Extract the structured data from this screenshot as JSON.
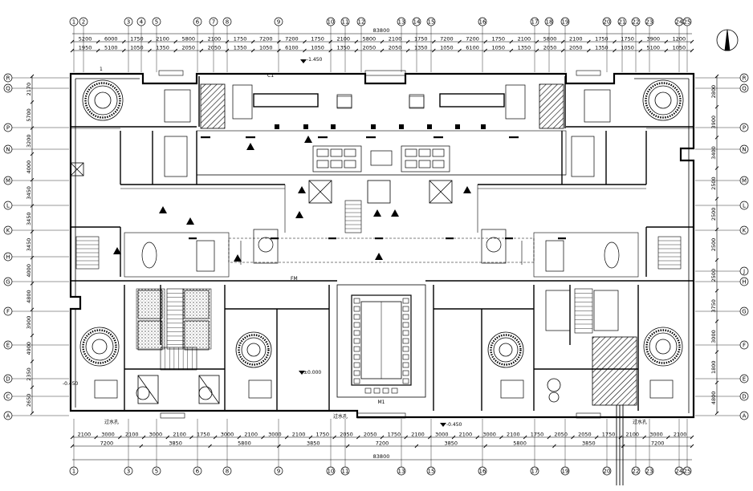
{
  "plan": {
    "grid_top": [
      "1",
      "2",
      "3",
      "4",
      "5",
      "6",
      "7",
      "8",
      "9",
      "10",
      "11",
      "12",
      "13",
      "14",
      "15",
      "16",
      "17",
      "18",
      "19",
      "20",
      "21",
      "22",
      "23",
      "24",
      "25"
    ],
    "grid_bottom": [
      "1",
      "3",
      "5",
      "6",
      "8",
      "9",
      "10",
      "11",
      "13",
      "15",
      "16",
      "17",
      "19",
      "20",
      "22",
      "23",
      "24",
      "25"
    ],
    "grid_left": [
      "R",
      "Q",
      "P",
      "N",
      "M",
      "L",
      "K",
      "H",
      "G",
      "F",
      "E",
      "D",
      "C",
      "A"
    ],
    "grid_right": [
      "R",
      "Q",
      "P",
      "N",
      "M",
      "L",
      "K",
      "J",
      "H",
      "G",
      "F",
      "E",
      "D",
      "A"
    ],
    "overall_top": "83800",
    "overall_bottom": "83800",
    "dims_top_1": [
      "5200",
      "6000",
      "1750",
      "2100",
      "5800",
      "2100",
      "1750",
      "7200",
      "7200",
      "1750",
      "2100",
      "5800",
      "2100",
      "1750",
      "7200",
      "7200",
      "1750",
      "2100",
      "5800",
      "2100",
      "1750",
      "1750",
      "3900",
      "1200"
    ],
    "dims_top_2": [
      "1950",
      "5100",
      "1050",
      "1350",
      "2050",
      "2050",
      "1350",
      "1050",
      "6100",
      "1050",
      "1350",
      "2050",
      "2050",
      "1350",
      "1050",
      "6100",
      "1050",
      "1350",
      "2050",
      "2050",
      "1350",
      "1050",
      "5100",
      "1050"
    ],
    "dims_bottom_1": [
      "2100",
      "3000",
      "2100",
      "3000",
      "2100",
      "1750",
      "3000",
      "2100",
      "3000",
      "2100",
      "1750",
      "2050",
      "2050",
      "1750",
      "2100",
      "3000",
      "2100",
      "3000",
      "2100",
      "1750",
      "2050",
      "2050",
      "1750",
      "2100",
      "3000",
      "2100"
    ],
    "dims_bottom_2": [
      "7200",
      "3850",
      "5800",
      "3850",
      "7200",
      "3850",
      "5800",
      "3850",
      "7200"
    ],
    "dims_left": [
      "2170",
      "5700",
      "3200",
      "4000",
      "3450",
      "3450",
      "3450",
      "4000",
      "4800",
      "3900",
      "4900",
      "2350",
      "2650"
    ],
    "dims_right": [
      "2800",
      "3900",
      "3400",
      "2500",
      "2500",
      "2500",
      "2500",
      "3750",
      "3000",
      "1800",
      "4800"
    ],
    "elev_top": "-1.450",
    "elev_hall": "±0.000",
    "elev_bottom": "-0.450",
    "elev_left": "-0.450",
    "label_note": "1",
    "label_corridor_left": "过水孔",
    "label_corridor_center": "过水孔",
    "label_corridor_right": "过水孔",
    "label_m1": "M1",
    "label_c1": "C1",
    "label_fm": "FM"
  }
}
